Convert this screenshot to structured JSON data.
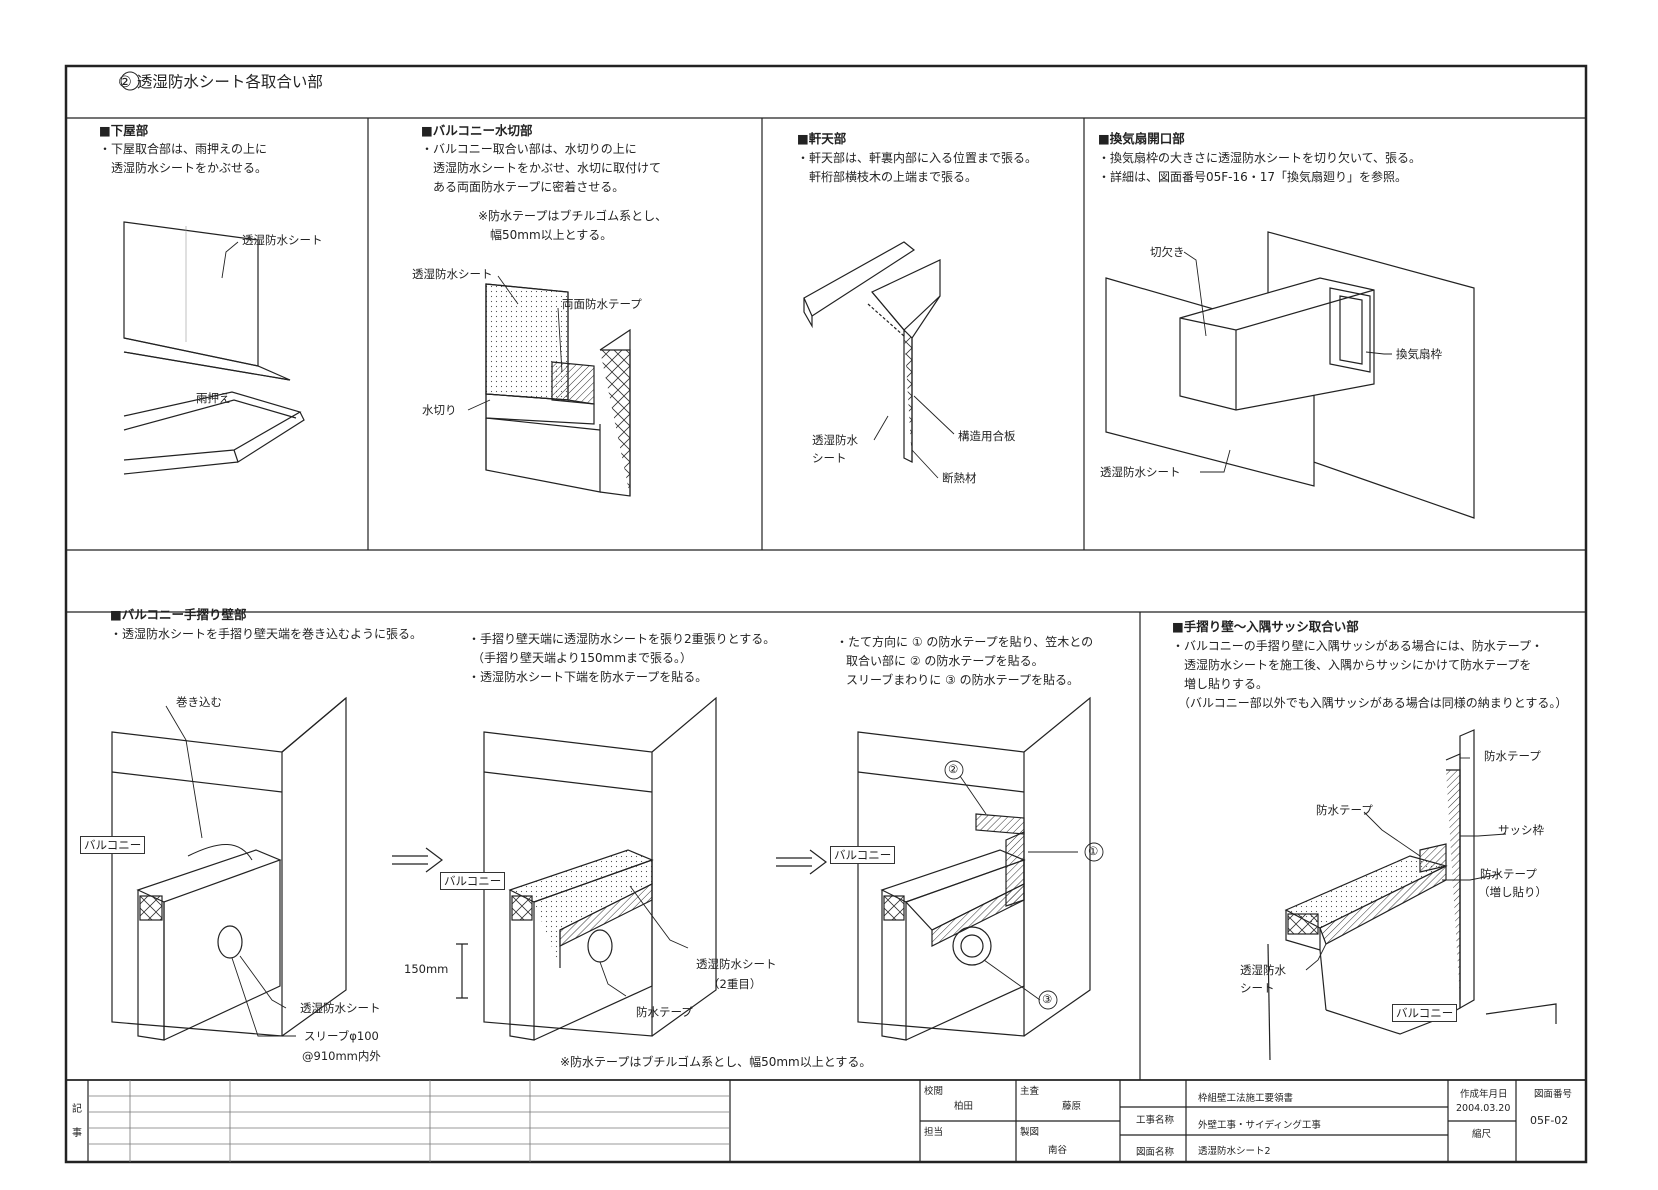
{
  "title": "② 透湿防水シート各取合い部",
  "panels": {
    "shitaya": {
      "heading": "■下屋部",
      "desc": [
        "・下屋取合部は、雨押えの上に",
        "透湿防水シートをかぶせる。"
      ],
      "labels": {
        "sheet": "透湿防水シート",
        "amaosae": "雨押え"
      }
    },
    "balcony_mizukiri": {
      "heading": "■バルコニー水切部",
      "desc": [
        "・バルコニー取合い部は、水切りの上に",
        "透湿防水シートをかぶせ、水切に取付けて",
        "ある両面防水テープに密着させる。"
      ],
      "note": [
        "※防水テープはブチルゴム系とし、",
        "幅50mm以上とする。"
      ],
      "labels": {
        "sheet": "透湿防水シート",
        "tape": "両面防水テープ",
        "mizukiri": "水切り"
      }
    },
    "nokiten": {
      "heading": "■軒天部",
      "desc": [
        "・軒天部は、軒裏内部に入る位置まで張る。",
        "軒桁部横枝木の上端まで張る。"
      ],
      "labels": {
        "sheet1": "透湿防水",
        "sheet2": "シート",
        "plywood": "構造用合板",
        "insulation": "断熱材"
      }
    },
    "kankisen": {
      "heading": "■換気扇開口部",
      "desc": [
        "・換気扇枠の大きさに透湿防水シートを切り欠いて、張る。",
        "・詳細は、図面番号05F-16・17「換気扇廻り」を参照。"
      ],
      "labels": {
        "notch": "切欠き",
        "frame": "換気扇枠",
        "sheet": "透湿防水シート"
      }
    },
    "tesuri": {
      "heading": "■バルコニー手摺り壁部",
      "desc": [
        "・透湿防水シートを手摺り壁天端を巻き込むように張る。"
      ],
      "step2": [
        "・手摺り壁天端に透湿防水シートを張り2重張りとする。",
        "（手摺り壁天端より150mmまで張る。）",
        "・透湿防水シート下端を防水テープを貼る。"
      ],
      "step3": [
        "・たて方向に ① の防水テープを貼り、笠木との",
        "取合い部に ② の防水テープを貼る。",
        "スリーブまわりに ③ の防水テープを貼る。"
      ],
      "labels": {
        "makikomu": "巻き込む",
        "balcony": "バルコニー",
        "sheet": "透湿防水シート",
        "sleeve1": "スリーブφ100",
        "sleeve2": "@910mm内外",
        "dim": "150mm",
        "sheet2a": "透湿防水シート",
        "sheet2b": "（2重目）",
        "tape": "防水テープ",
        "n1": "①",
        "n2": "②",
        "n3": "③"
      },
      "note": "※防水テープはブチルゴム系とし、幅50mm以上とする。"
    },
    "sash": {
      "heading": "■手摺り壁～入隅サッシ取合い部",
      "desc": [
        "・バルコニーの手摺り壁に入隅サッシがある場合には、防水テープ・",
        "透湿防水シートを施工後、入隅からサッシにかけて防水テープを",
        "増し貼りする。",
        "（バルコニー部以外でも入隅サッシがある場合は同様の納まりとする。）"
      ],
      "labels": {
        "tape1": "防水テープ",
        "tape2": "防水テープ",
        "frame": "サッシ枠",
        "tape3a": "防水テープ",
        "tape3b": "（増し貼り）",
        "sheet1": "透湿防水",
        "sheet2": "シート",
        "balcony": "バルコニー"
      }
    }
  },
  "title_block": {
    "kiji": "記事",
    "checked_label": "校閲",
    "checked": "柏田",
    "chief_label": "主査",
    "chief": "藤原",
    "person_label": "担当",
    "drafter_label": "製図",
    "drafter": "南谷",
    "project_label": "工事名称",
    "project": "枠組壁工法施工要領書",
    "work": "外壁工事・サイディング工事",
    "drawing_label": "図面名称",
    "drawing": "透湿防水シート2",
    "date_label": "作成年月日",
    "date": "2004.03.20",
    "scale_label": "縮尺",
    "number_label": "図面番号",
    "number": "05F-02"
  }
}
